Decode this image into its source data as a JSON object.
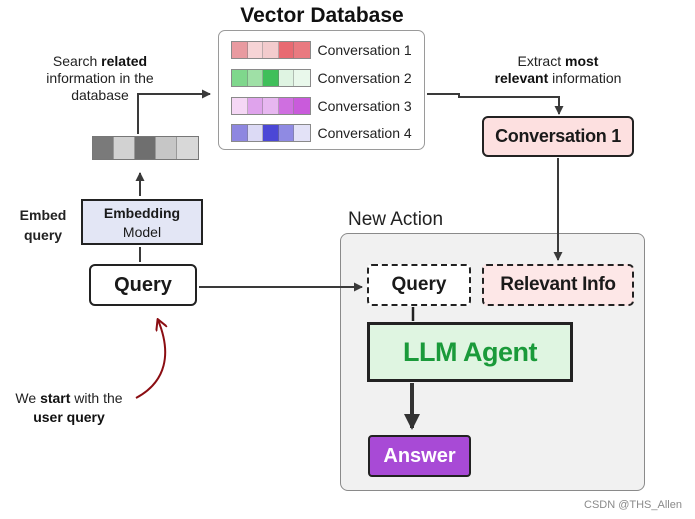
{
  "title": "Vector Database",
  "database": {
    "rows": [
      {
        "label": "Conversation 1",
        "colors": [
          "#e89aa0",
          "#f6d4d6",
          "#f3cbcd",
          "#e86a72",
          "#e97a80"
        ]
      },
      {
        "label": "Conversation 2",
        "colors": [
          "#7fd78c",
          "#9fe0a6",
          "#3fbf5a",
          "#dff4e2",
          "#e9f8eb"
        ]
      },
      {
        "label": "Conversation 3",
        "colors": [
          "#f5d7f5",
          "#dfa3ec",
          "#e7b7f0",
          "#cf6fe0",
          "#c95bdb"
        ]
      },
      {
        "label": "Conversation 4",
        "colors": [
          "#8e87e0",
          "#dcdaf5",
          "#4b47d6",
          "#8f8ae3",
          "#e3e2f7"
        ]
      }
    ]
  },
  "notes": {
    "search": {
      "pre": "Search ",
      "bold": "related",
      "post": "information in the database"
    },
    "extract": {
      "pre": "Extract ",
      "bold1": "most",
      "bold2": "relevant",
      "post": " information"
    },
    "embed": "Embed query",
    "start": {
      "pre": "We ",
      "bold1": "start",
      "mid": " with the",
      "bold2": "user query"
    }
  },
  "vector_colors": [
    "#7a7a7a",
    "#d2d2d2",
    "#6f6f6f",
    "#c6c6c6",
    "#d8d8d8"
  ],
  "embedding_model": {
    "line1": "Embedding",
    "line2": "Model"
  },
  "query_label": "Query",
  "retrieved_label": "Conversation 1",
  "new_action": {
    "title": "New Action",
    "query_label": "Query",
    "relevant_info_label": "Relevant Info",
    "llm_label": "LLM Agent",
    "answer_label": "Answer"
  },
  "watermark": "CSDN @THS_Allen"
}
